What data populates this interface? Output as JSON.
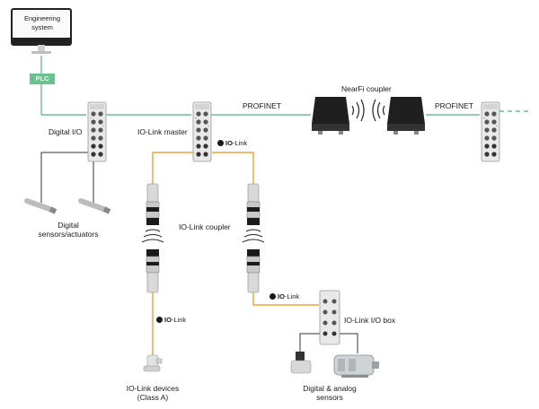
{
  "engineering_system": {
    "line1": "Engineering",
    "line2": "system"
  },
  "plc": "PLC",
  "labels": {
    "digital_io": "Digital I/O",
    "iolink_master": "IO-Link master",
    "profinet_left": "PROFINET",
    "profinet_right": "PROFINET",
    "nearfi_coupler": "NearFi coupler",
    "digital_sensors_l1": "Digital",
    "digital_sensors_l2": "sensors/actuators",
    "iolink_coupler": "IO-Link coupler",
    "iolink_io_box": "IO-Link I/O box",
    "iolink_devices_l1": "IO-Link devices",
    "iolink_devices_l2": "(Class A)",
    "digital_analog_l1": "Digital & analog",
    "digital_analog_l2": "sensors"
  },
  "iolink_tag": {
    "prefix": "IO",
    "suffix": "-Link"
  },
  "colors": {
    "profinet_line": "#6cc28f",
    "iolink_line": "#f0a336",
    "cable": "#333333",
    "module_body": "#e6e6e6",
    "coupler_dark": "#1b1b1b"
  }
}
